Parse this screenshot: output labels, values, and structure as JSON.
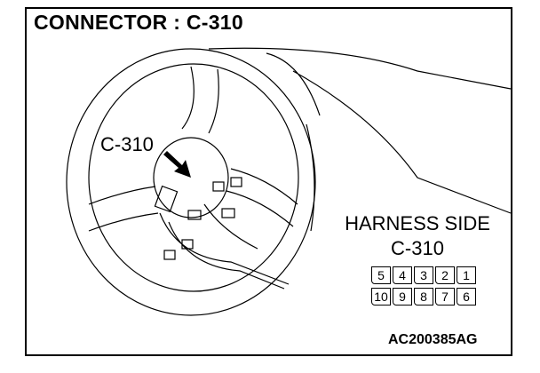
{
  "title": "CONNECTOR : C-310",
  "callout_label": "C-310",
  "harness_side": {
    "label": "HARNESS SIDE",
    "connector": "C-310"
  },
  "connector_pins": {
    "top_row": [
      "5",
      "4",
      "3",
      "2",
      "1"
    ],
    "bottom_row": [
      "10",
      "9",
      "8",
      "7",
      "6"
    ]
  },
  "figure_code": "AC200385AG"
}
